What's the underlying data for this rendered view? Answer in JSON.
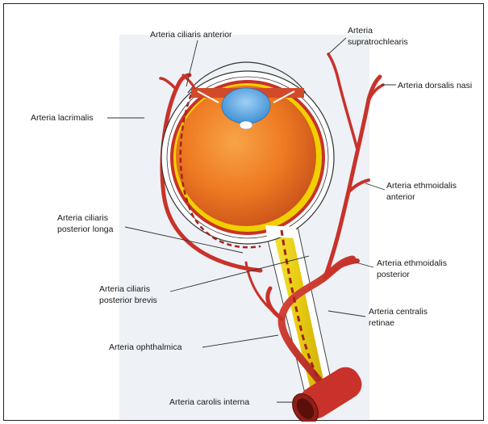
{
  "labels": {
    "ciliaris_anterior": "Arteria ciliaris anterior",
    "supratrochlearis_1": "Arteria",
    "supratrochlearis_2": "supratrochlearis",
    "dorsalis_nasi": "Arteria dorsalis nasi",
    "lacrimalis": "Arteria lacrimalis",
    "ethmoidalis_anterior_1": "Arteria ethmoidalis",
    "ethmoidalis_anterior_2": "anterior",
    "ciliaris_posterior_longa_1": "Arteria ciliaris",
    "ciliaris_posterior_longa_2": "posterior longa",
    "ethmoidalis_posterior_1": "Arteria ethmoidalis",
    "ethmoidalis_posterior_2": "posterior",
    "ciliaris_posterior_brevis_1": "Arteria ciliaris",
    "ciliaris_posterior_brevis_2": "posterior brevis",
    "centralis_retinae_1": "Arteria centralis",
    "centralis_retinae_2": "retinae",
    "ophthalmica": "Arteria ophthalmica",
    "carotis_interna": "Arteria carolis interna"
  },
  "colors": {
    "artery": "#c8322a",
    "artery_dark": "#8e1e16",
    "eyeball": "#e8731f",
    "eyeball_light": "#f6a04a",
    "retina_layer": "#f0d000",
    "optic_nerve": "#e9d21a",
    "lens": "#5aa6e0",
    "background_panel": "#eef1f6"
  }
}
